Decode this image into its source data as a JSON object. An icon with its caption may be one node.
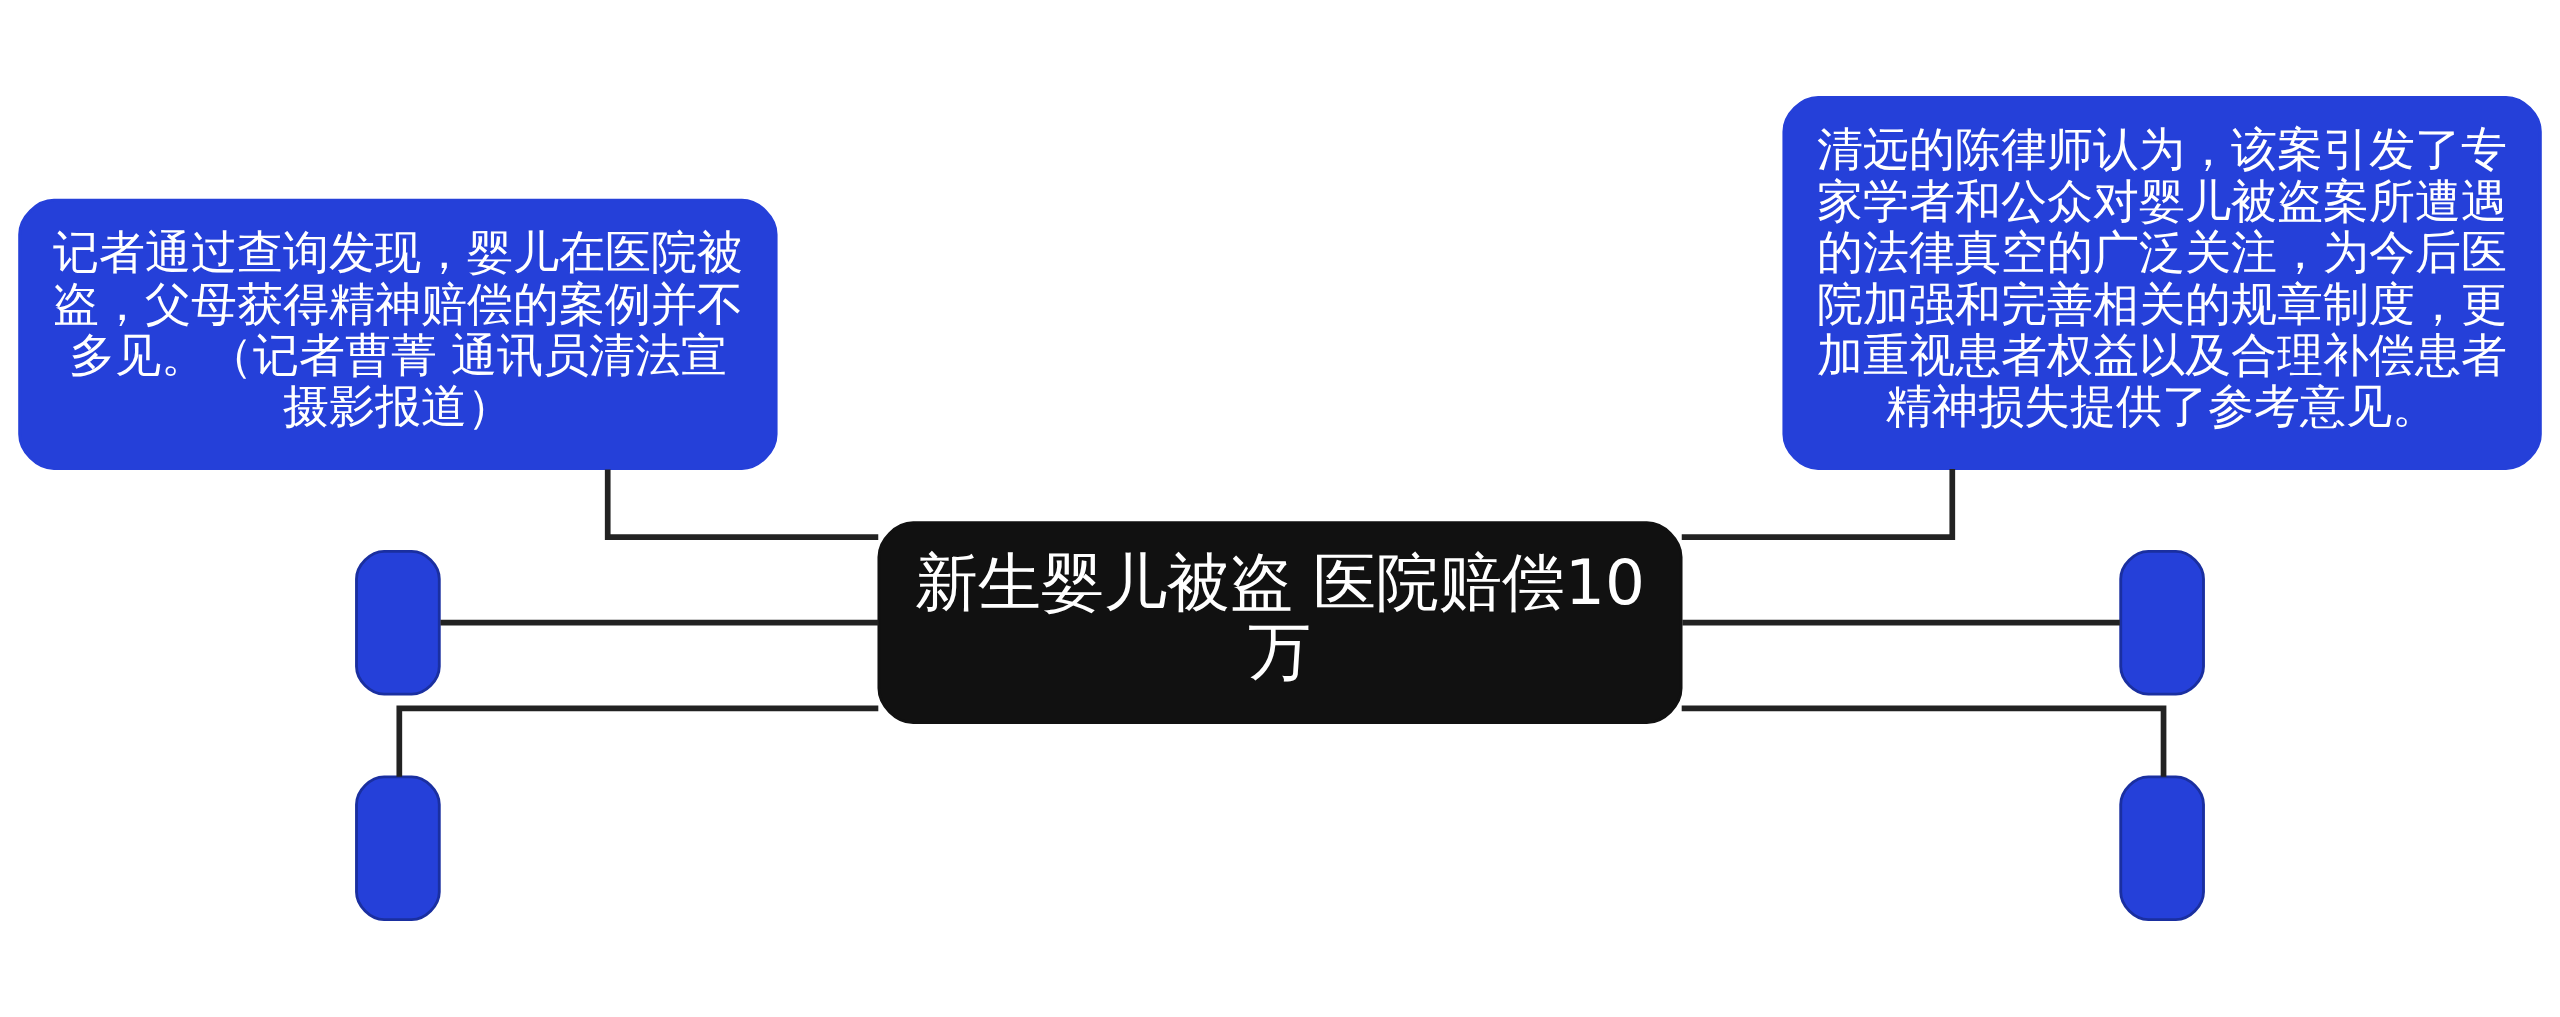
{
  "diagram": {
    "nodes": [
      {
        "text": [
          "新生婴儿被盗 医院赔偿10万"
        ]
      },
      {
        "text": [
          "记者通过查询发现，婴儿在医院被盗，父母获得精神赔偿的案例并不多见。（记者曹菁 通讯员清法宣摄影报道）"
        ]
      },
      {
        "text": [],
        "shape": "box"
      },
      {
        "text": [],
        "shape": "box"
      },
      {
        "text": [
          "清远的陈律师认为，该案引发了专家学者和公众对婴儿被盗案所遭遇的法律真空的广泛关注，为今后医院加强和完善相关的规章制度，更加重视患者权益以及合理补偿患者精神损失提供了参考意见。"
        ]
      },
      {
        "text": [],
        "shape": "box"
      },
      {
        "text": [],
        "shape": "box"
      }
    ],
    "edges": [
      {
        "from": 1,
        "to": 0,
        "arrow": "none"
      },
      {
        "from": 2,
        "to": 0,
        "arrow": "none"
      },
      {
        "from": 3,
        "to": 0,
        "arrow": "none"
      },
      {
        "from": 0,
        "to": 4,
        "arrow": "none"
      },
      {
        "from": 0,
        "to": 5,
        "arrow": "none"
      },
      {
        "from": 0,
        "to": 6,
        "arrow": "none"
      }
    ]
  }
}
